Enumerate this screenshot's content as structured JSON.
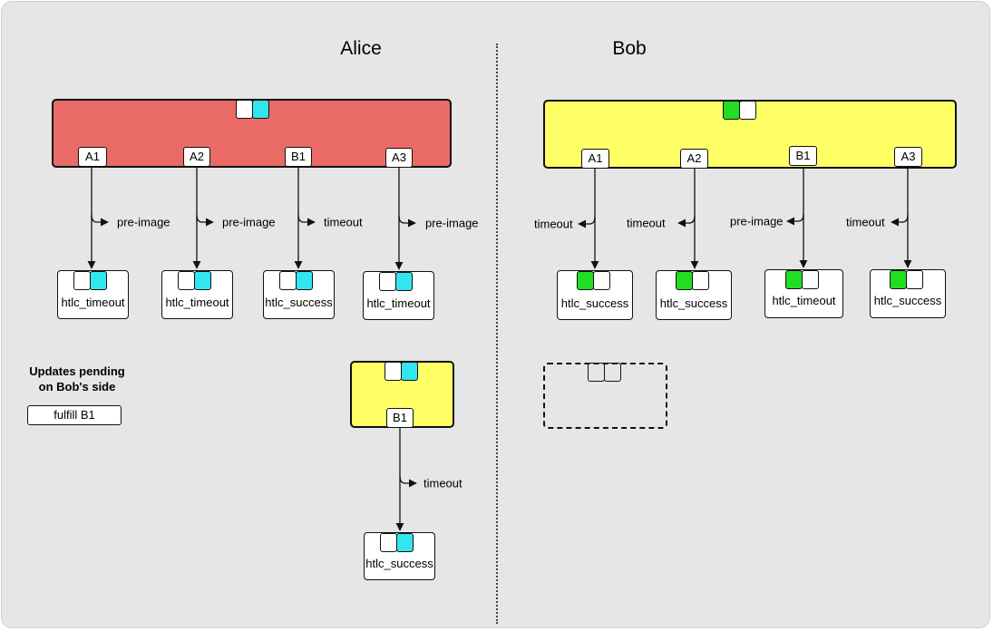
{
  "colors": {
    "background": "#e6e6e6",
    "alice_commit": "#ea6b66",
    "bob_commit": "#ffff66",
    "alice_key": "#33e5ef",
    "bob_key": "#22dd22",
    "white": "#ffffff"
  },
  "alice": {
    "title": "Alice",
    "outputs": [
      {
        "tag": "A1",
        "edge_label": "pre-image",
        "htlc_label": "htlc_timeout"
      },
      {
        "tag": "A2",
        "edge_label": "pre-image",
        "htlc_label": "htlc_timeout"
      },
      {
        "tag": "B1",
        "edge_label": "timeout",
        "htlc_label": "htlc_success"
      },
      {
        "tag": "A3",
        "edge_label": "pre-image",
        "htlc_label": "htlc_timeout"
      }
    ],
    "pending_commit": {
      "tag": "B1",
      "edge_label": "timeout",
      "htlc_label": "htlc_success"
    }
  },
  "bob": {
    "title": "Bob",
    "outputs": [
      {
        "tag": "A1",
        "edge_label": "timeout",
        "htlc_label": "htlc_success"
      },
      {
        "tag": "A2",
        "edge_label": "timeout",
        "htlc_label": "htlc_success"
      },
      {
        "tag": "B1",
        "edge_label": "pre-image",
        "htlc_label": "htlc_timeout"
      },
      {
        "tag": "A3",
        "edge_label": "timeout",
        "htlc_label": "htlc_success"
      }
    ]
  },
  "updates": {
    "title_line1": "Updates pending",
    "title_line2": "on Bob's side",
    "item": "fulfill B1"
  }
}
